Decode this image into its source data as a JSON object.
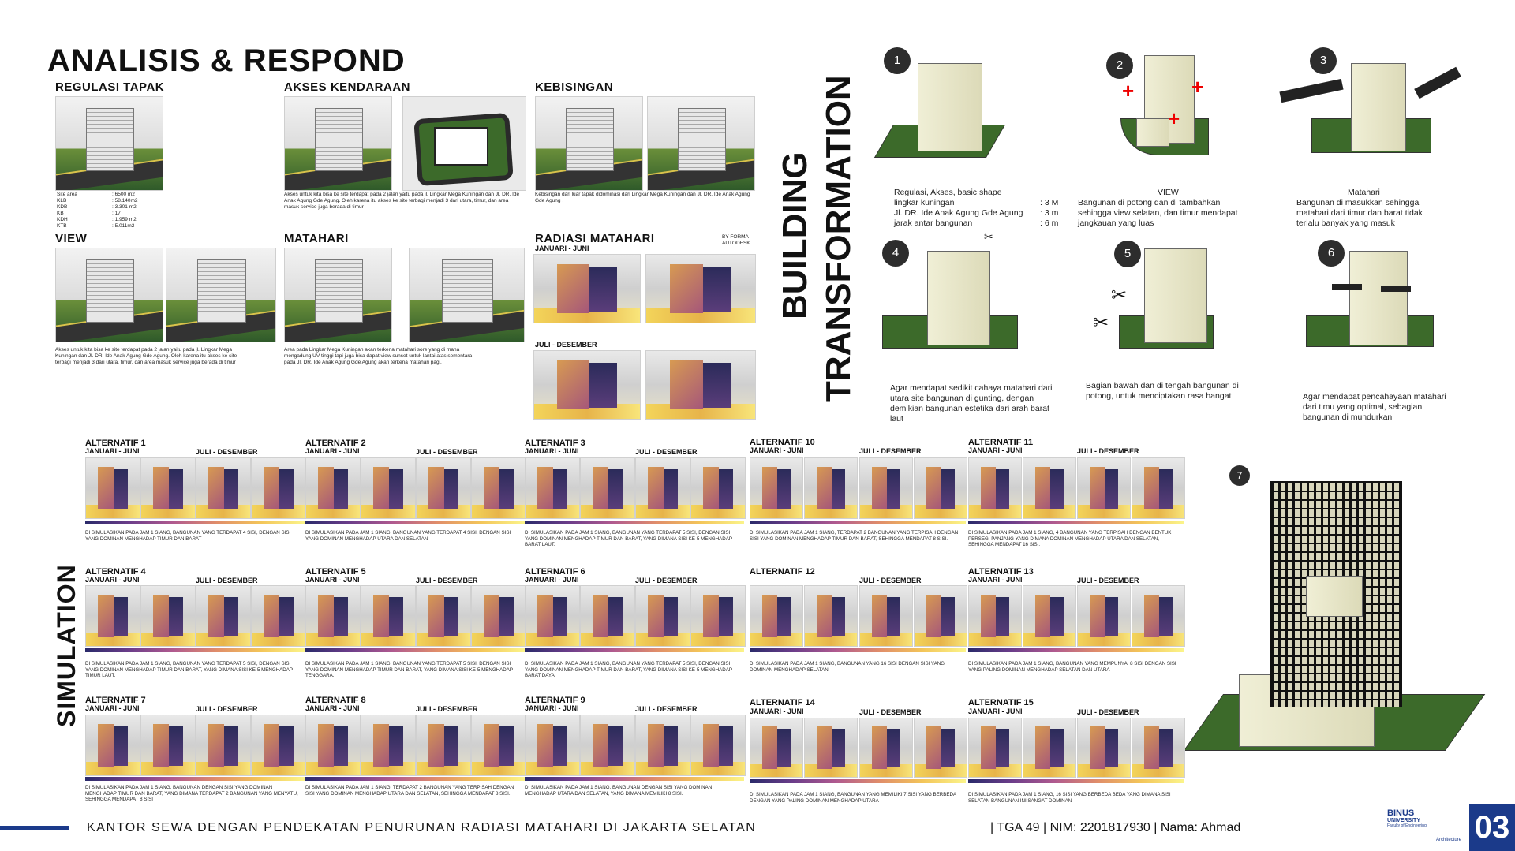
{
  "title": "ANALISIS & RESPOND",
  "analysis": {
    "regulasi": {
      "label": "REGULASI TAPAK",
      "rows": [
        [
          "Site area",
          ": 6500 m2"
        ],
        [
          "KLB",
          ": 58.140m2"
        ],
        [
          "KDB",
          ": 3.301 m2"
        ],
        [
          "KB",
          ": 17"
        ],
        [
          "KDH",
          ": 1.959 m2"
        ],
        [
          "KTB",
          ": 5.011m2"
        ]
      ]
    },
    "akses": {
      "label": "AKSES KENDARAAN",
      "desc": "Akses untuk kita bisa ke site terdapat pada 2 jalan yaitu pada jl. Lingkar Mega Kuningan dan Jl. DR. Ide Anak Agung Gde Agung. Oleh karena itu akses ke site terbagi menjadi 3 dari utara, timur, dan area masuk service juga berada di timur"
    },
    "kebisingan": {
      "label": "KEBISINGAN",
      "desc": "Kebisingan dari luar tapak didominasi dari Lingkar Mega Kuningan dan Jl. DR. Ide Anak Agung Gde Agung ."
    },
    "view": {
      "label": "VIEW",
      "desc": "Akses untuk kita bisa ke site terdapat pada 2 jalan yaitu pada jl. Lingkar Mega Kuningan dan Jl. DR. Ide Anak Agung Gde Agung. Oleh karena itu akses ke site terbagi menjadi 3 dari utara, timur, dan area masuk service juga berada di timur"
    },
    "matahari": {
      "label": "MATAHARI",
      "desc": "Area pada Lingkar Mega Kuningan akan terkena matahari sore yang di mana mengadung UV tinggi tapi juga bisa dapat view sunset untuk lantai atas sementara pada Jl. DR. Ide Anak Agung Gde Agung akan terkena matahari pagi."
    },
    "radiasi": {
      "label": "RADIASI MATAHARI",
      "by": "BY FORMA AUTODESK",
      "p1": "JANUARI - JUNI",
      "p2": "JULI - DESEMBER"
    }
  },
  "bt": {
    "vertical_1": "BUILDING",
    "vertical_2": "TRANSFORMATION",
    "steps": [
      {
        "n": "1",
        "text": "Regulasi, Akses, basic shape"
      },
      {
        "n": "2",
        "title": "VIEW",
        "text": "Bangunan di potong dan di tambahkan sehingga view selatan, dan timur mendapat jangkauan yang luas"
      },
      {
        "n": "3",
        "title": "Matahari",
        "text": "Bangunan di masukkan sehingga matahari dari timur dan barat tidak terlalu banyak yang masuk"
      },
      {
        "n": "4",
        "text": "Agar mendapat sedikit cahaya matahari dari utara site bangunan di gunting, dengan demikian bangunan estetika dari arah barat laut"
      },
      {
        "n": "5",
        "text": "Bagian bawah dan di tengah bangunan di potong, untuk menciptakan rasa hangat"
      },
      {
        "n": "6",
        "text": "Agar mendapat pencahayaan matahari dari timu yang optimal, sebagian bangunan di mundurkan"
      },
      {
        "n": "7"
      }
    ],
    "setbacks": [
      [
        "lingkar kuningan",
        ": 3 M"
      ],
      [
        "Jl. DR. Ide Anak Agung Gde Agung",
        ": 3 m"
      ],
      [
        "jarak antar bangunan",
        ": 6 m"
      ]
    ]
  },
  "simulation": {
    "label": "SIMULATION",
    "p1": "JANUARI - JUNI",
    "p2": "JULI - DESEMBER",
    "alts": [
      {
        "t": "ALTERNATIF 1",
        "d": "DI SIMULASIKAN PADA JAM 1 SIANG, BANGUNAN YANG TERDAPAT 4 SISI, DENGAN SISI YANG DOMINAN MENGHADAP TIMUR DAN BARAT"
      },
      {
        "t": "ALTERNATIF 2",
        "d": "DI SIMULASIKAN PADA JAM 1 SIANG, BANGUNAN YANG TERDAPAT 4 SISI, DENGAN SISI YANG DOMINAN MENGHADAP UTARA DAN SELATAN"
      },
      {
        "t": "ALTERNATIF 3",
        "d": "DI SIMULASIKAN PADA JAM 1 SIANG, BANGUNAN YANG TERDAPAT 5 SISI, DENGAN SISI YANG DOMINAN MENGHADAP TIMUR DAN BARAT, YANG DIMANA SISI KE-5 MENGHADAP BARAT LAUT."
      },
      {
        "t": "ALTERNATIF 4",
        "d": "DI SIMULASIKAN PADA JAM 1 SIANG, BANGUNAN YANG TERDAPAT 5 SISI, DENGAN SISI YANG DOMINAN MENGHADAP TIMUR DAN BARAT, YANG DIMANA SISI KE-5 MENGHADAP TIMUR LAUT."
      },
      {
        "t": "ALTERNATIF 5",
        "d": "DI SIMULASIKAN PADA JAM 1 SIANG, BANGUNAN YANG TERDAPAT 5 SISI, DENGAN SISI YANG DOMINAN MENGHADAP TIMUR DAN BARAT, YANG DIMANA SISI KE-5 MENGHADAP TENGGARA."
      },
      {
        "t": "ALTERNATIF 6",
        "d": "DI SIMULASIKAN PADA JAM 1 SIANG, BANGUNAN YANG TERDAPAT 5 SISI, DENGAN SISI YANG DOMINAN MENGHADAP TIMUR DAN BARAT, YANG DIMANA SISI KE-5 MENGHADAP BARAT DAYA."
      },
      {
        "t": "ALTERNATIF 7",
        "d": "DI SIMULASIKAN PADA JAM 1 SIANG, BANGUNAN DENGAN SISI YANG DOMINAN MENGHADAP TIMUR DAN BARAT, YANG DIMANA TERDAPAT 2 BANGUNAN YANG MENYATU, SEHINGGA MENDAPAT 8 SISI"
      },
      {
        "t": "ALTERNATIF 8",
        "d": "DI SIMULASIKAN PADA JAM 1 SIANG, TERDAPAT 2 BANGUNAN YANG TERPISAH DENGAN SISI YANG DOMINAN MENGHADAP UTARA DAN SELATAN, SEHINGGA MENDAPAT 8 SISI."
      },
      {
        "t": "ALTERNATIF 9",
        "d": "DI SIMULASIKAN PADA JAM 1 SIANG, BANGUNAN DENGAN SISI YANG DOMINAN MENGHADAP UTARA DAN SELATAN, YANG DIMANA MEMILIKI 8 SISI."
      },
      {
        "t": "ALTERNATIF 10",
        "d": "DI SIMULASIKAN PADA JAM 1 SIANG, TERDAPAT 2 BANGUNAN YANG TERPISAH DENGAN SISI YANG DOMINAN MENGHADAP TIMUR DAN BARAT, SEHINGGA MENDAPAT 8 SISI."
      },
      {
        "t": "ALTERNATIF 11",
        "d": "DI SIMULASIKAN PADA JAM 1 SIANG, 4 BANGUNAN YANG TERPISAH DENGAN BENTUK PERSEGI PANJANG YANG DIMANA DOMINAN MENGHADAP UTARA DAN SELATAN, SEHINGGA MENDAPAT 16 SISI."
      },
      {
        "t": "ALTERNATIF 12",
        "d": "DI SIMULASIKAN PADA JAM 1 SIANG, BANGUNAN YANG 16 SISI DENGAN SISI YANG DOMINAN MENGHADAP SELATAN"
      },
      {
        "t": "ALTERNATIF 13",
        "d": "DI SIMULASIKAN PADA JAM 1 SIANG, BANGUNAN YANG MEMPUNYAI 8 SISI DENGAN SISI YANG PALING DOMINAN MENGHADAP SELATAN DAN UTARA"
      },
      {
        "t": "ALTERNATIF 14",
        "d": "DI SIMULASIKAN PADA JAM 1 SIANG, BANGUNAN YANG MEMILIKI 7 SISI YANG BERBEDA DENGAN YANG PALING DOMINAN MENGHADAP UTARA"
      },
      {
        "t": "ALTERNATIF 15",
        "d": "DI SIMULASIKAN PADA JAM 1 SIANG, 16 SISI YANG BERBEDA BEDA YANG DIMANA SISI SELATAN BANGUNAN INI SANGAT DOMINAN"
      }
    ]
  },
  "footer": {
    "title": "KANTOR SEWA DENGAN PENDEKATAN PENURUNAN RADIASI MATAHARI DI JAKARTA SELATAN",
    "info": "| TGA 49 | NIM: 2201817930 | Nama: Ahmad",
    "logo": "BINUS",
    "logo_sub": "UNIVERSITY",
    "logo_sub2": "Faculty of Engineering",
    "dept": "Architecture",
    "page": "03"
  }
}
